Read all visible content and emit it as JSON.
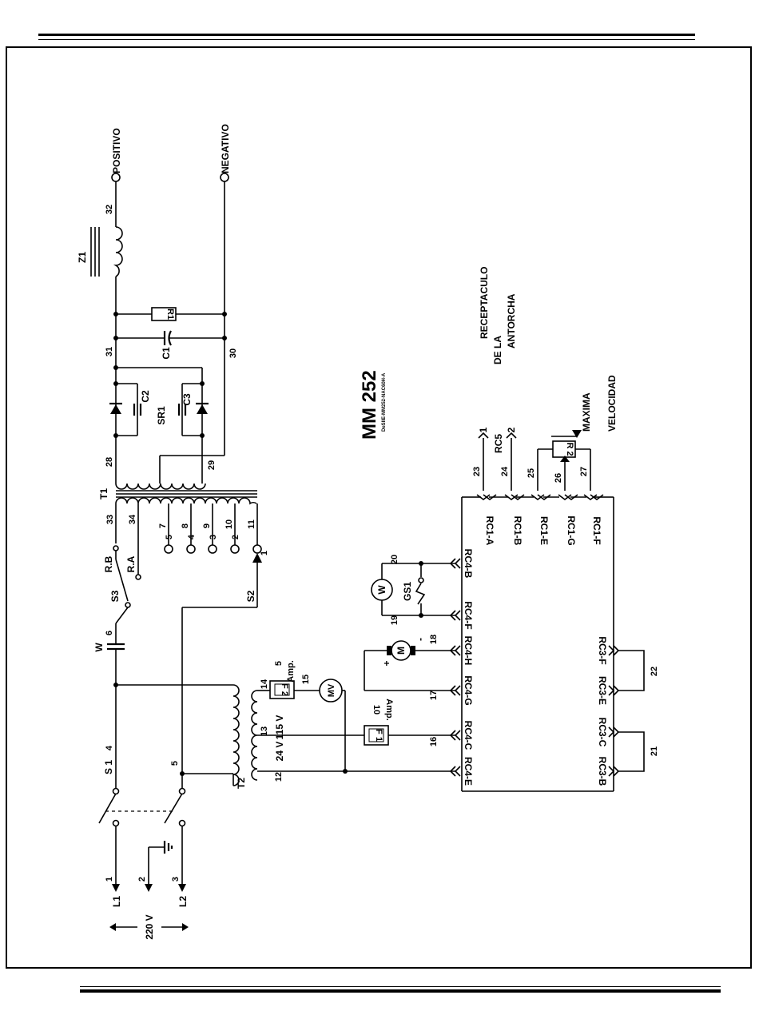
{
  "diagram": {
    "model": "MM 252",
    "doc_code": "DeSIIE-MM252-NAC60H-A",
    "terminals": {
      "positive": "POSITIVO",
      "negative": "NEGATIVO"
    },
    "supply": {
      "voltage": "220 V",
      "line1": "L1",
      "line2": "L2"
    },
    "components": {
      "z1": "Z1",
      "r1": "R1",
      "c1": "C1",
      "c2": "C2",
      "c3": "C3",
      "sr1": "SR1",
      "t1": "T1",
      "t2": "T2",
      "s1": "S 1",
      "s2": "S2",
      "s3": "S3",
      "w": "W",
      "mv": "MV",
      "motor": "M",
      "w_meter": "W",
      "gs1": "GS1",
      "r2": "R 2",
      "f1": "F 1",
      "f2": "F 2"
    },
    "fuse_ratings": {
      "f2_amp": "5",
      "f2_unit": "Amp.",
      "f1_amp": "10",
      "f1_unit": "Amp."
    },
    "voltages": {
      "v115": "115 V",
      "v24": "24 V"
    },
    "taps": {
      "ra": "R.A",
      "rb": "R.B",
      "t5": "5",
      "t4": "4",
      "t3": "3",
      "t2": "2",
      "t1": "1"
    },
    "receptacle": {
      "title_lines": [
        "RECEPTACULO",
        "DE LA",
        "ANTORCHA"
      ],
      "rc5": "RC5",
      "pin1": "1",
      "pin2": "2",
      "pins": [
        "RC1-A",
        "RC1-B",
        "RC1-E",
        "RC1-G",
        "RC1-F"
      ]
    },
    "speed_label_lines": [
      "MAXIMA",
      "VELOCIDAD"
    ],
    "rc4_pins": [
      "RC4-B",
      "RC4-F",
      "RC4-H",
      "RC4-G",
      "RC4-C",
      "RC4-E"
    ],
    "rc3_pins": [
      "RC3-F",
      "RC3-E",
      "RC3-C",
      "RC3-B"
    ],
    "polarity": {
      "plus": "+",
      "minus": "-"
    },
    "wire_numbers": {
      "w1": "1",
      "w2": "2",
      "w3": "3",
      "w4": "4",
      "w5": "5",
      "w6": "6",
      "w7": "7",
      "w8": "8",
      "w9": "9",
      "w10": "10",
      "w11": "11",
      "w12": "12",
      "w13": "13",
      "w14": "14",
      "w15": "15",
      "w16": "16",
      "w17": "17",
      "w18": "18",
      "w19": "19",
      "w20": "20",
      "w21": "21",
      "w22": "22",
      "w23": "23",
      "w24": "24",
      "w25": "25",
      "w26": "26",
      "w27": "27",
      "w28": "28",
      "w29": "29",
      "w30": "30",
      "w31": "31",
      "w32": "32",
      "w33": "33",
      "w34": "34"
    }
  }
}
